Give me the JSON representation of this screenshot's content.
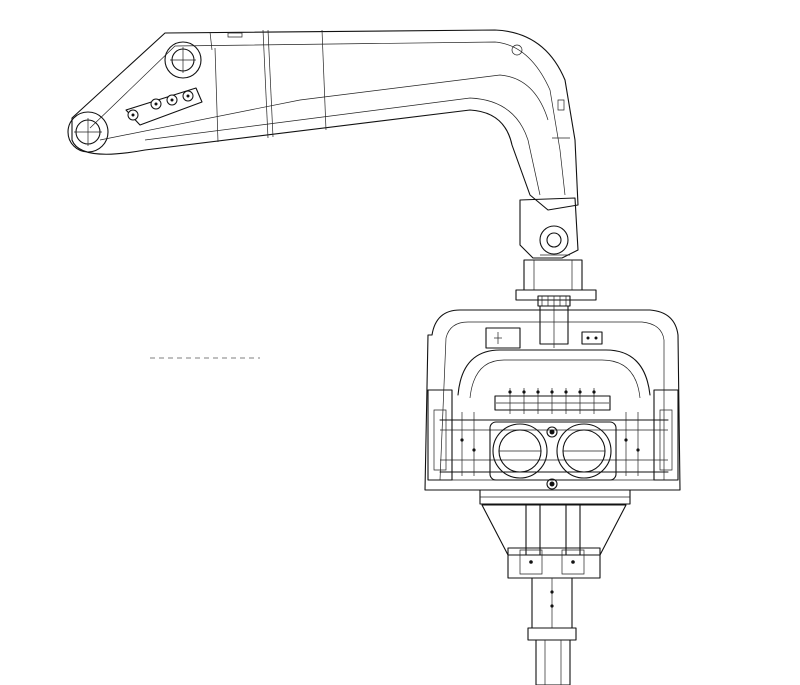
{
  "drawing": {
    "kind": "line drawing",
    "stroke_color": "#111111",
    "background_color": "#ffffff",
    "components": [
      "excavator-arm",
      "pivot-joint",
      "rotator-head",
      "vibro-hammer-frame",
      "eccentric-weights",
      "pile-clamp"
    ]
  }
}
